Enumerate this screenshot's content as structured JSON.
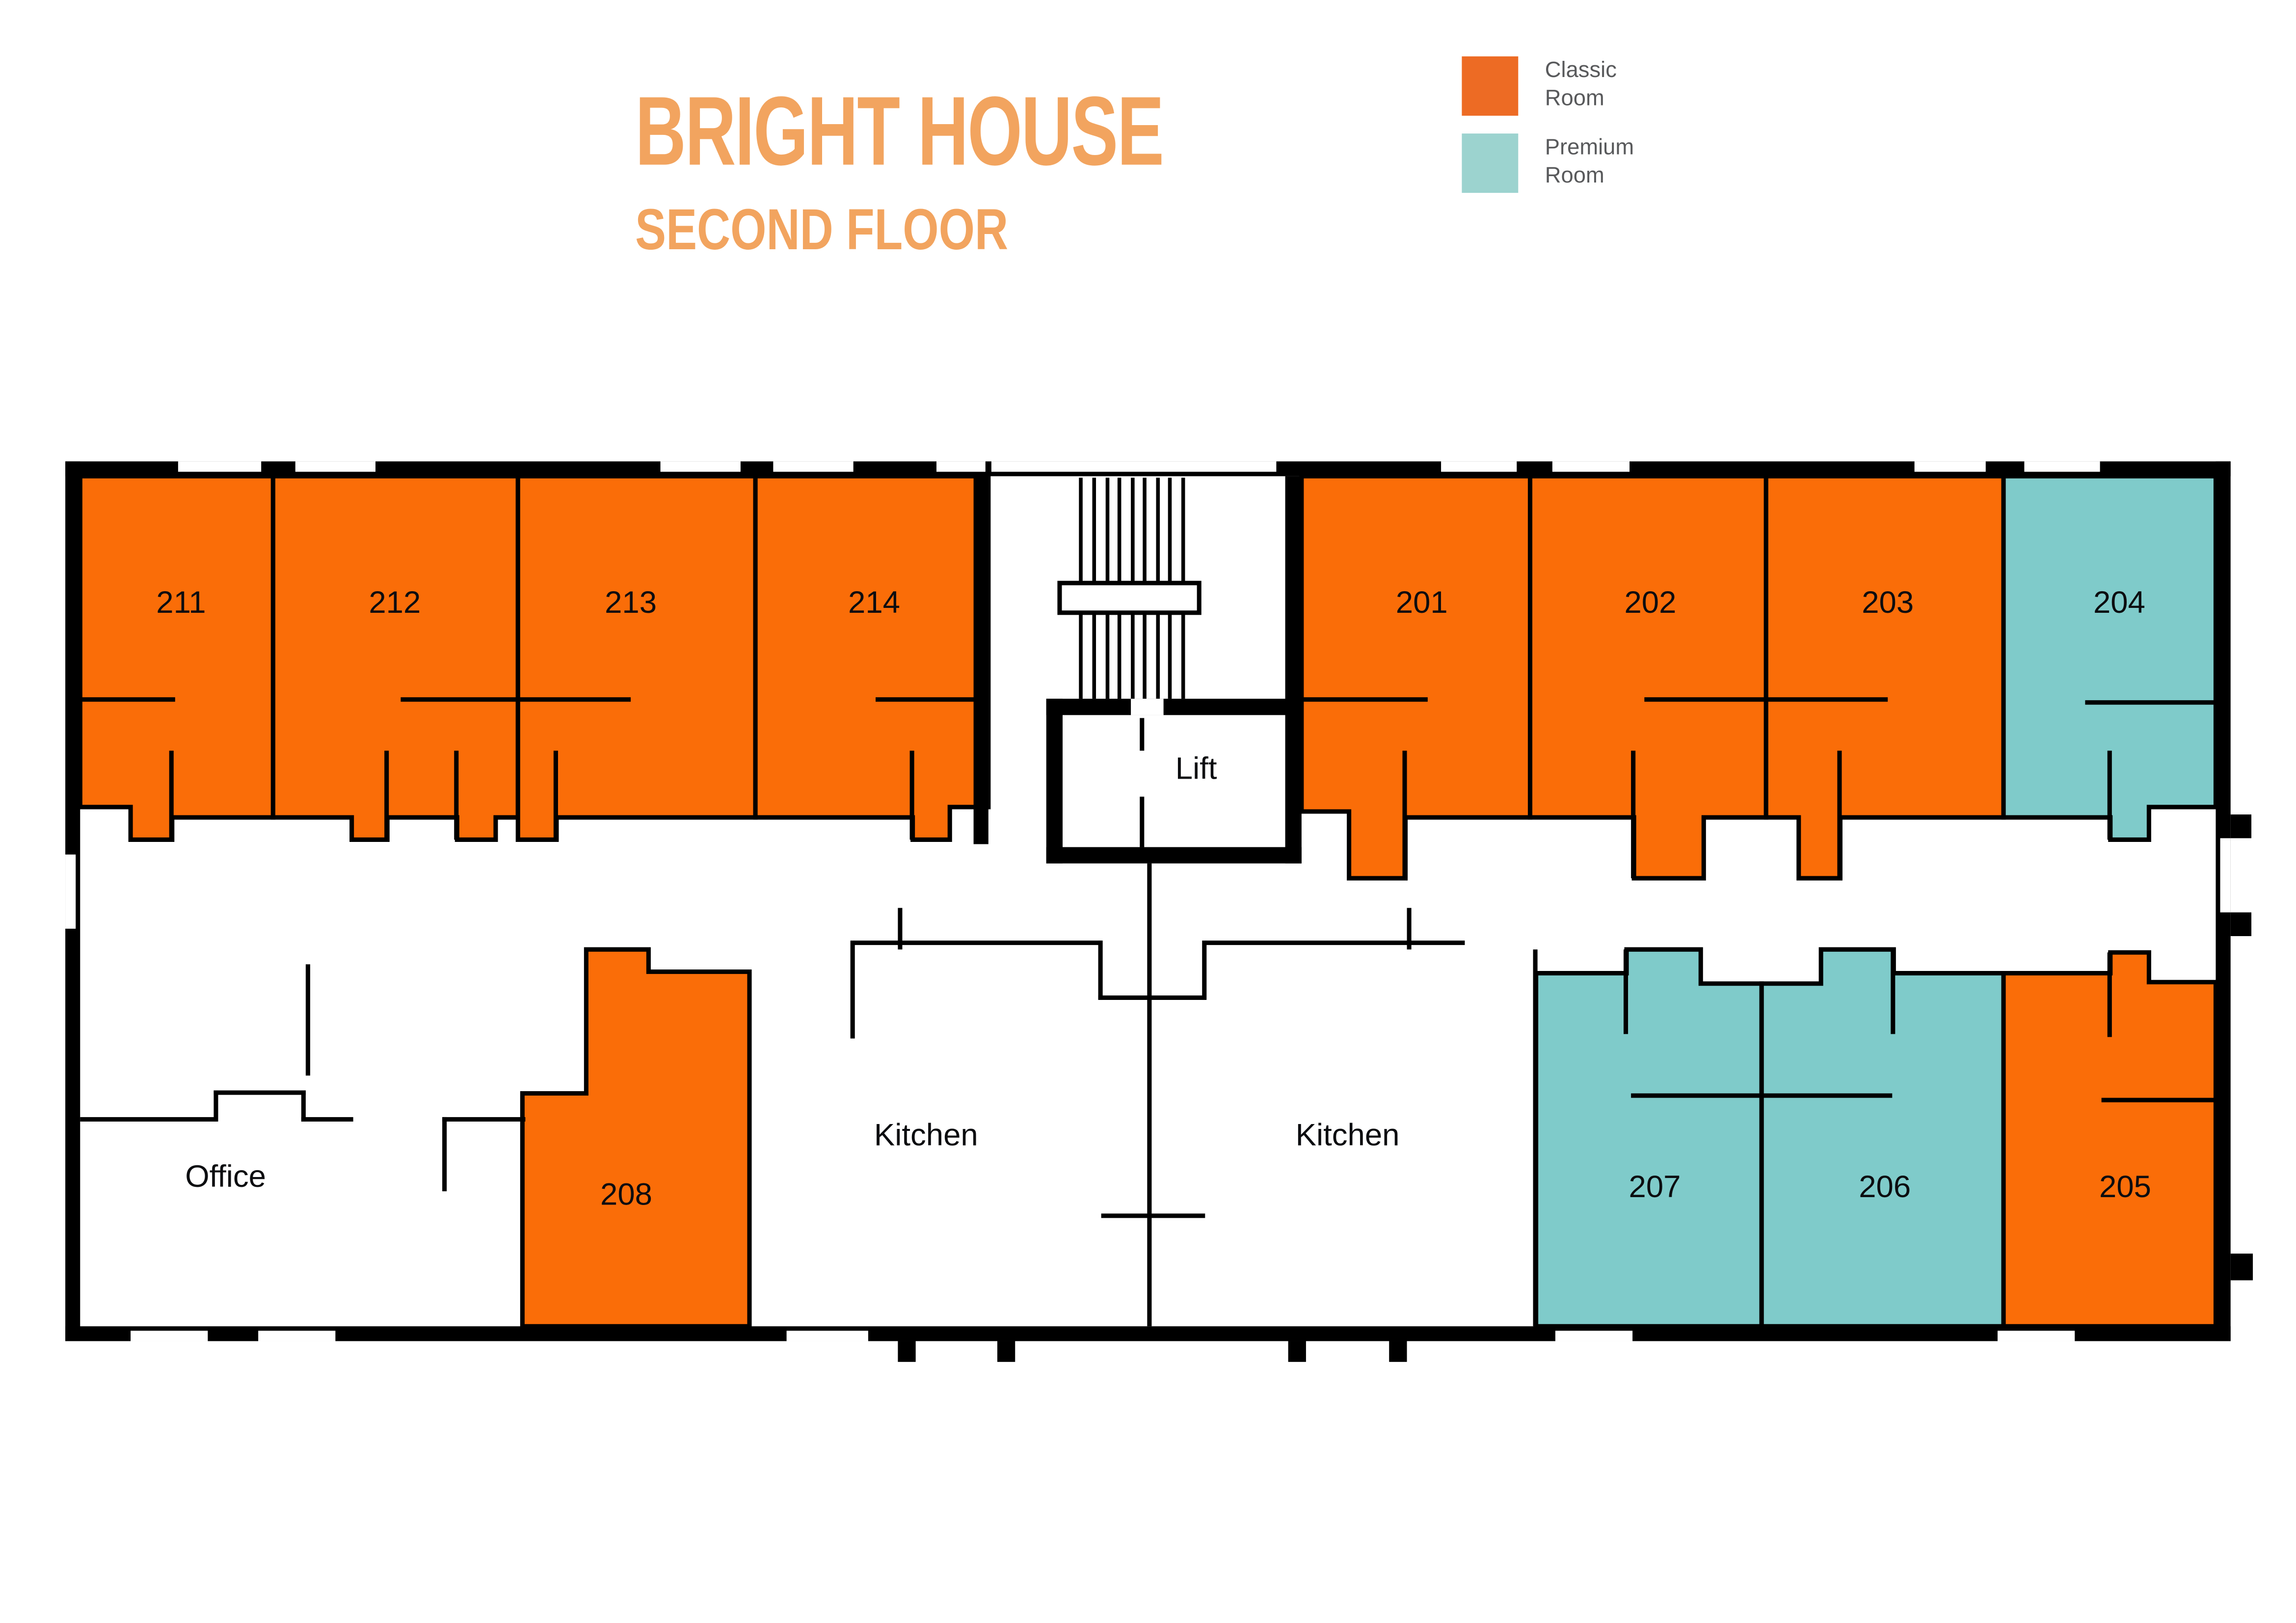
{
  "title": "BRIGHT HOUSE",
  "subtitle": "SECOND FLOOR",
  "legend": {
    "items": [
      {
        "label": "Classic Room",
        "color": "#ED6B24"
      },
      {
        "label": "Premium Room",
        "color": "#9CD3CF"
      }
    ]
  },
  "colors": {
    "classic_room": "#FA6D08",
    "premium_room": "#7FCBCA",
    "legend_classic": "#ED6B24",
    "legend_premium": "#9CD3CF",
    "title_text": "#F2A45F",
    "legend_text": "#58595B",
    "wall": "#000000",
    "room_label_text": "#0C0D10",
    "landing_fill": "#FFFFFF"
  },
  "floor": {
    "rooms": [
      {
        "label": "211",
        "type": "classic"
      },
      {
        "label": "212",
        "type": "classic"
      },
      {
        "label": "213",
        "type": "classic"
      },
      {
        "label": "214",
        "type": "classic"
      },
      {
        "label": "201",
        "type": "classic"
      },
      {
        "label": "202",
        "type": "classic"
      },
      {
        "label": "203",
        "type": "classic"
      },
      {
        "label": "204",
        "type": "premium"
      },
      {
        "label": "Office",
        "type": "common"
      },
      {
        "label": "208",
        "type": "classic"
      },
      {
        "label": "Kitchen",
        "type": "common"
      },
      {
        "label": "Kitchen",
        "type": "common"
      },
      {
        "label": "207",
        "type": "premium"
      },
      {
        "label": "206",
        "type": "premium"
      },
      {
        "label": "205",
        "type": "classic"
      },
      {
        "label": "Lift",
        "type": "service"
      }
    ]
  }
}
